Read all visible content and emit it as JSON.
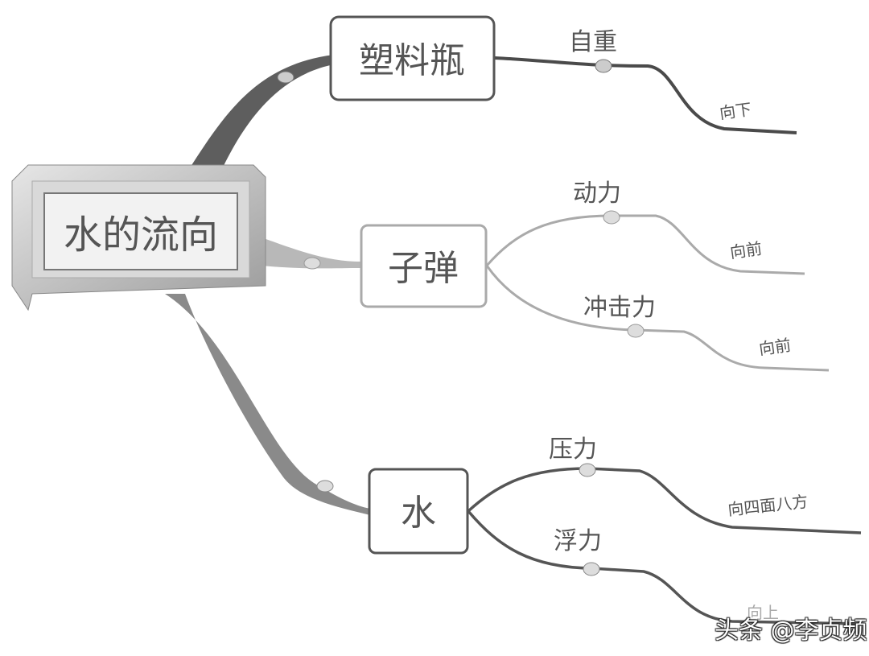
{
  "central": {
    "label": "水的流向"
  },
  "branches": [
    {
      "label": "塑料瓶",
      "children": [
        {
          "label": "自重",
          "detail": "向下"
        }
      ]
    },
    {
      "label": "子弹",
      "children": [
        {
          "label": "动力",
          "detail": "向前"
        },
        {
          "label": "冲击力",
          "detail": "向前"
        }
      ]
    },
    {
      "label": "水",
      "children": [
        {
          "label": "压力",
          "detail": "向四面八方"
        },
        {
          "label": "浮力",
          "detail": "向上"
        }
      ]
    }
  ],
  "watermark": "头条 @李贞频",
  "colors": {
    "line_dark": "#4a4a4a",
    "line_light": "#aaaaaa",
    "box_border": "#555555",
    "frame": "#bdbdbd"
  }
}
